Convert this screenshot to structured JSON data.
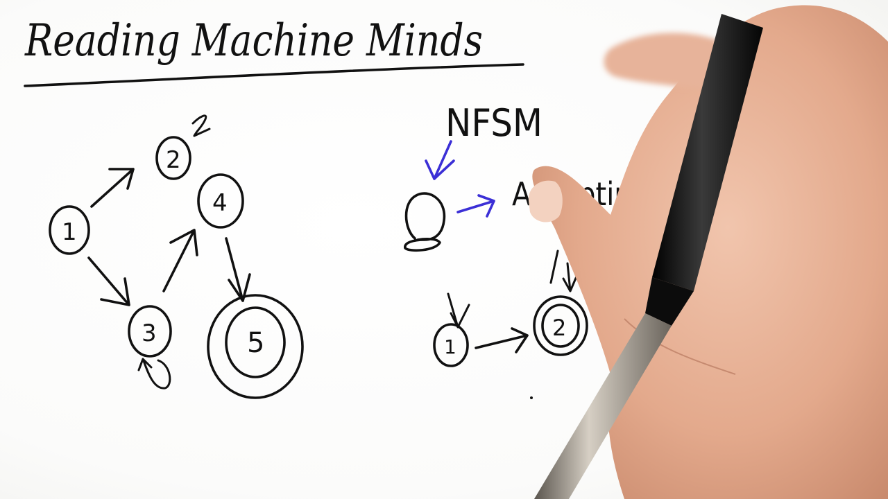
{
  "title": "Reading Machine Minds",
  "left_diagram": {
    "nodes": [
      {
        "id": "node1",
        "label": "1"
      },
      {
        "id": "node2",
        "label": "2"
      },
      {
        "id": "node3",
        "label": "3"
      },
      {
        "id": "node4",
        "label": "4"
      },
      {
        "id": "node5",
        "label": "5"
      }
    ],
    "accepting": [
      "node5"
    ]
  },
  "right_diagram": {
    "heading": "NFSM",
    "accepting_label": "Accepting",
    "nodes": [
      {
        "id": "rnode1",
        "label": "1"
      },
      {
        "id": "rnode2",
        "label": "2"
      }
    ],
    "colors": {
      "ink": "#111111",
      "highlight": "#3b2fd6"
    }
  },
  "scene": {
    "hand_skin": "#e8b59a",
    "pen_body": "#1a1a1a",
    "pen_tip": "#a89e90"
  }
}
